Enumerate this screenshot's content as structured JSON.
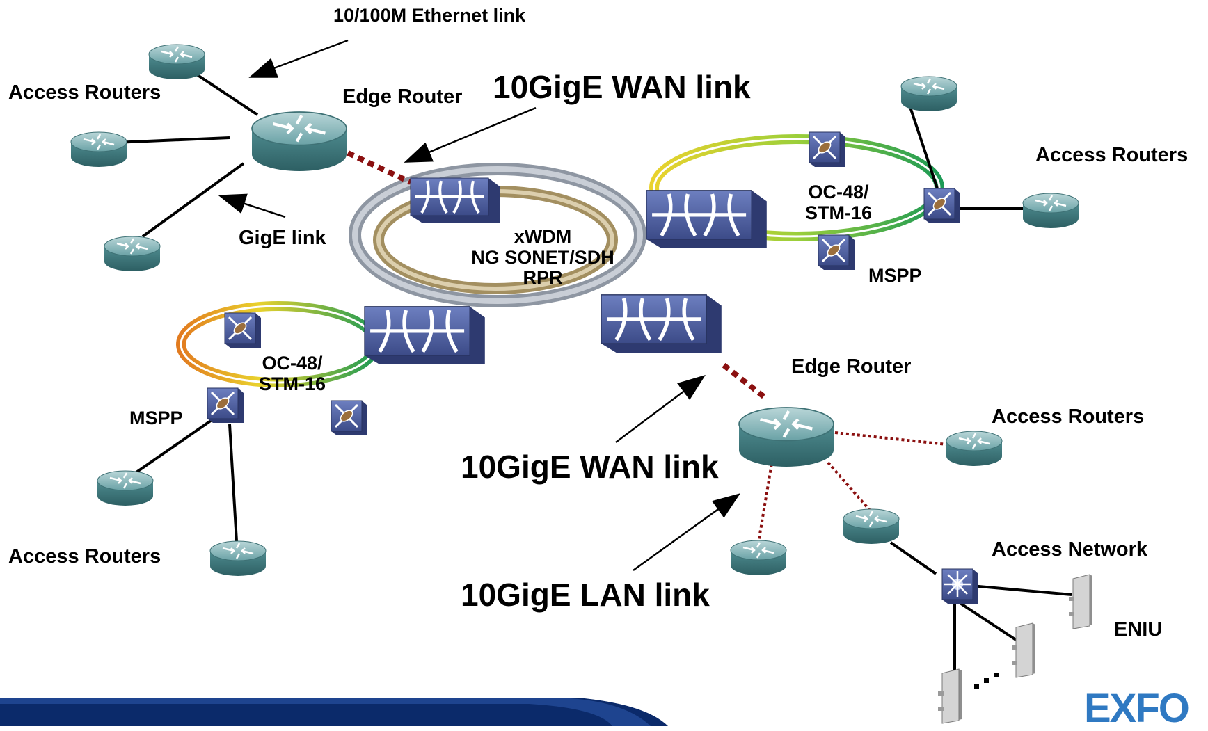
{
  "labels": {
    "ethernet_link": "10/100M Ethernet link",
    "access_routers_tl": "Access Routers",
    "edge_router_top": "Edge Router",
    "wan_link_top": "10GigE WAN link",
    "gige_link": "GigE link",
    "access_routers_tr": "Access Routers",
    "oc48_right_1": "OC-48/",
    "oc48_right_2": "STM-16",
    "mspp_right": "MSPP",
    "core_1": "xWDM",
    "core_2": "NG SONET/SDH",
    "core_3": "RPR",
    "oc48_left_1": "OC-48/",
    "oc48_left_2": "STM-16",
    "mspp_left": "MSPP",
    "access_routers_bl": "Access Routers",
    "edge_router_bottom": "Edge Router",
    "access_routers_br": "Access Routers",
    "wan_link_bottom": "10GigE WAN link",
    "access_network": "Access Network",
    "eniu": "ENIU",
    "lan_link": "10GigE LAN link"
  },
  "logo_text": "EXFO",
  "icons": [
    "router-icon",
    "switch-icon",
    "mspp-icon",
    "layer3-switch-icon",
    "eniu-icon"
  ],
  "colors": {
    "router_body": "#4f8f93",
    "switch_body": "#4b5c9a",
    "dotted_link": "#8b1010",
    "ring_gray": "#9aa2ad",
    "ring_tan": "#b7a478",
    "ring_green": "#1c9a55",
    "ring_orange": "#e27b1f",
    "logo": "#2f79c2",
    "banner": "#0b2a6a"
  }
}
